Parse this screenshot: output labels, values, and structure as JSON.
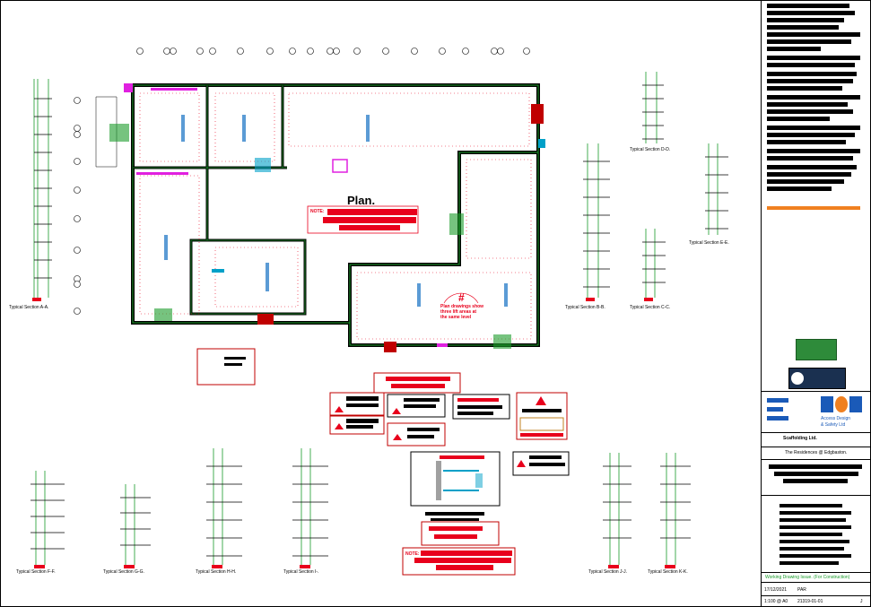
{
  "plan_title": "Plan.",
  "plan_note_label": "NOTE:",
  "bottom_note_label": "NOTE:",
  "floor_note": "Plan drawings show\nthree lift areas at\nthe same level",
  "floor_note_lines": [
    "Plan drawings show",
    "three lift areas at",
    "the same level"
  ],
  "hash_mark": "#",
  "sections": {
    "aa": "Typical Section A-A.",
    "bb": "Typical Section B-B.",
    "cc": "Typical Section C-C.",
    "dd": "Typical Section D-D.",
    "ee": "Typical Section E-E.",
    "ff": "Typical Section F-F.",
    "gg": "Typical Section G-G.",
    "hh": "Typical Section H-H.",
    "ii": "Typical Section I-.",
    "jj": "Typical Section J-J.",
    "kk": "Typical Section K-K."
  },
  "titleblock": {
    "company": "Scaffolding Ltd.",
    "project": "The Residences @ Edgbaston.",
    "ads_name_1": "Access Design",
    "ads_name_2": "& Safety Ltd",
    "status": "Working Drawing Issue. (For Construction)",
    "date": "17/12/2021",
    "drawn_by": "PAR",
    "scale": "1:100 @ A0",
    "drawing_no": "21319-01-01",
    "revision": "J"
  },
  "colors": {
    "grid_red": "#e8001c",
    "scaffold_green": "#1a9b2a",
    "highlight_blue": "#5b9bd5",
    "magenta": "#e020e0",
    "cyan": "#00a0c8",
    "nasc_green": "#2e8b3a",
    "orange_bar": "#f08020",
    "status_green": "#1a9b2a"
  }
}
